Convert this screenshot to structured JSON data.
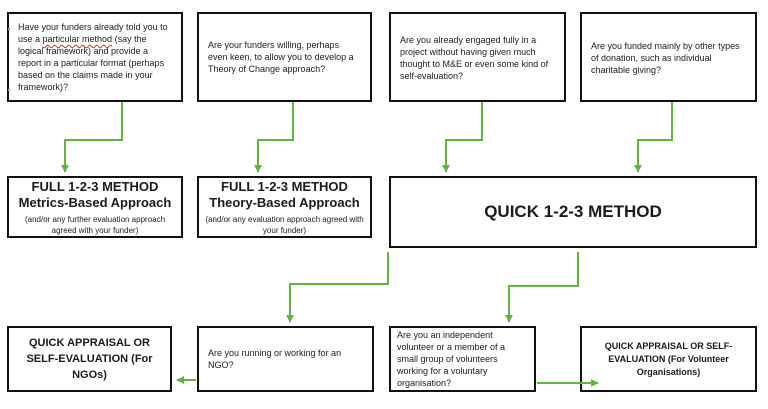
{
  "questions": {
    "q1_pre": "Have your funders already told you to use a ",
    "q1_link": "particular method",
    "q1_post": " (say the logical framework) and provide a report in a particular format (perhaps based on the claims made in your framework)?",
    "q2": "Are your funders willing, perhaps even keen, to allow you to develop a Theory of Change approach?",
    "q3": "Are you already engaged fully in a project without having given much thought to M&E or even some kind of self-evaluation?",
    "q4": "Are you funded mainly by other types of donation, such as individual charitable giving?",
    "q5": "Are you running or working for an NGO?",
    "q6": "Are you an independent volunteer or a member of a small group of volunteers working for a voluntary organisation?"
  },
  "methods": {
    "metrics": {
      "line1": "FULL 1-2-3 METHOD",
      "line2": "Metrics-Based Approach",
      "note": "(and/or any further evaluation approach agreed with your funder)"
    },
    "theory": {
      "line1": "FULL 1-2-3 METHOD",
      "line2": "Theory-Based Approach",
      "note": "(and/or any evaluation approach agreed with your funder)"
    },
    "quick": "QUICK 1-2-3 METHOD"
  },
  "appraisals": {
    "ngo": "QUICK APPRAISAL OR SELF-EVALUATION (For NGOs)",
    "volunteer": "QUICK APPRAISAL OR SELF-EVALUATION (For Volunteer Organisations)"
  },
  "colors": {
    "arrow": "#5fb43a",
    "border": "#111111"
  }
}
